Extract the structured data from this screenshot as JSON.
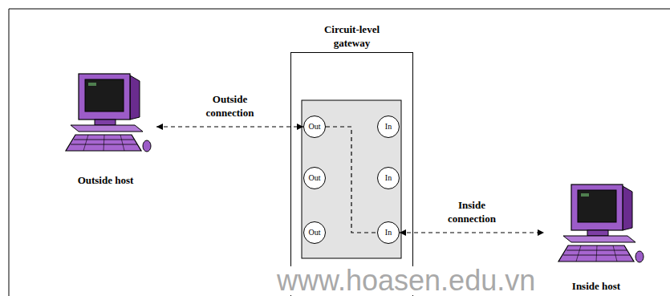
{
  "diagram": {
    "nodes": [
      {
        "text": [
          "Outside host"
        ]
      },
      {
        "text": [
          "Circuit-level gateway"
        ]
      },
      {
        "text": [
          "Out"
        ],
        "in": 1
      },
      {
        "text": [
          "In"
        ],
        "in": 1
      },
      {
        "text": [
          "Out"
        ],
        "in": 1
      },
      {
        "text": [
          "In"
        ],
        "in": 1
      },
      {
        "text": [
          "Out"
        ],
        "in": 1
      },
      {
        "text": [
          "In"
        ],
        "in": 1
      },
      {
        "text": [
          "Inside host"
        ]
      }
    ],
    "edges": [
      {
        "from": 0,
        "to": 2,
        "label": "Outside connection",
        "arrow": "both"
      },
      {
        "from": 2,
        "to": 7,
        "arrow": "none"
      },
      {
        "from": 7,
        "to": 8,
        "label": "Inside connection",
        "arrow": "both"
      }
    ],
    "labels": [
      "www.hoasen.edu.vn"
    ]
  }
}
